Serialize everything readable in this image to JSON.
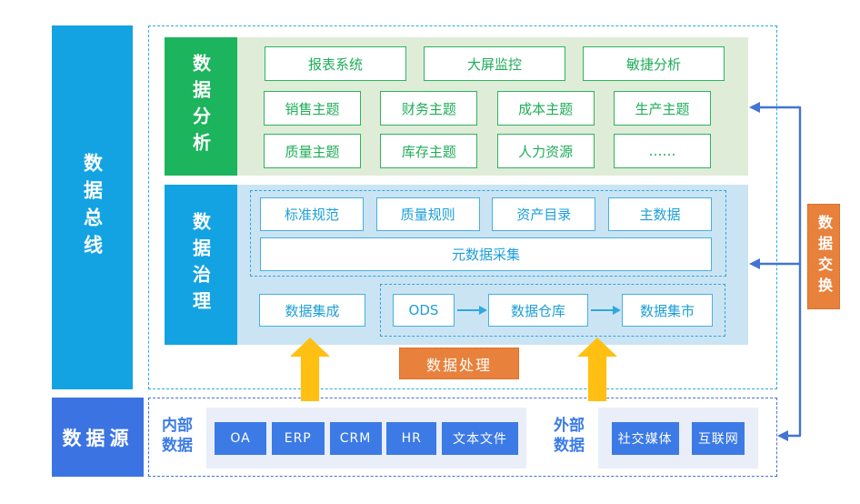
{
  "palette": {
    "cyan": "#14a3e2",
    "cyan_dashed": "#29abe2",
    "green": "#1cb45c",
    "green_light": "#dfecd8",
    "green_border": "#2db45e",
    "blue_light": "#cbe4f4",
    "blue_box_text": "#1d9fd8",
    "royal_blue": "#3b74e2",
    "royal_light": "#e9eef9",
    "royal_dashed": "#4273d8",
    "orange": "#e8813c",
    "yellow": "#ffc013",
    "connector_blue": "#4374d4"
  },
  "bus_bar": {
    "label": "数据总线"
  },
  "source_bar": {
    "label": "数据源"
  },
  "analysis": {
    "label": "数据分析",
    "row1": [
      "报表系统",
      "大屏监控",
      "敏捷分析"
    ],
    "row2": [
      "销售主题",
      "财务主题",
      "成本主题",
      "生产主题"
    ],
    "row3": [
      "质量主题",
      "库存主题",
      "人力资源",
      "……"
    ]
  },
  "governance": {
    "label": "数据治理",
    "rules": [
      "标准规范",
      "质量规则",
      "资产目录",
      "主数据"
    ],
    "meta": "元数据采集",
    "integration": "数据集成",
    "flow": [
      "ODS",
      "数据仓库",
      "数据集市"
    ]
  },
  "processing": {
    "label": "数据处理"
  },
  "exchange": {
    "label": "数据交换"
  },
  "sources": {
    "internal_label": "内部\n数据",
    "internal_items": [
      "OA",
      "ERP",
      "CRM",
      "HR",
      "文本文件"
    ],
    "external_label": "外部\n数据",
    "external_items": [
      "社交媒体",
      "互联网"
    ]
  }
}
